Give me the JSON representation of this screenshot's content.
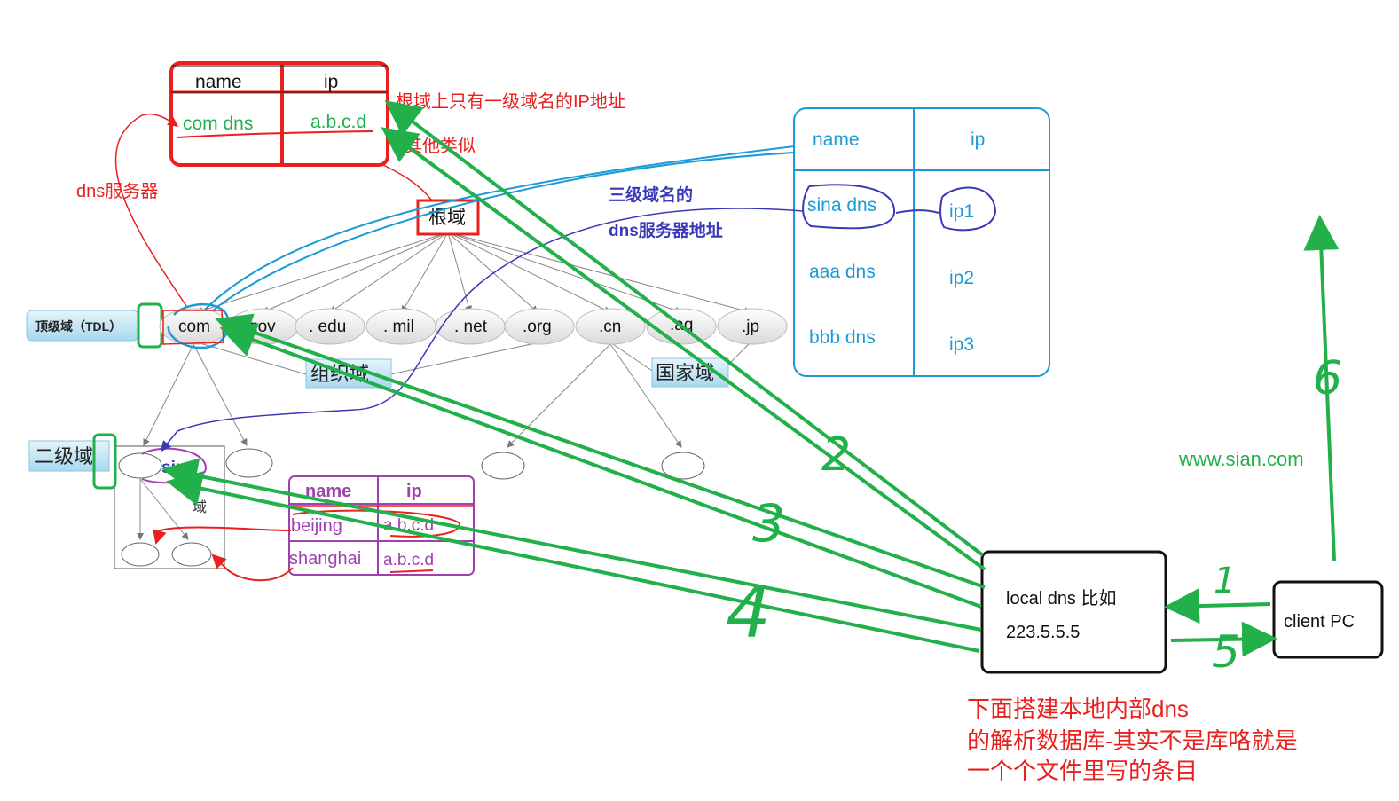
{
  "root_table": {
    "headers": [
      "name",
      "ip"
    ],
    "row": [
      "com dns",
      "a.b.c.d"
    ]
  },
  "third_table": {
    "headers": [
      "name",
      "ip"
    ],
    "names": [
      "sina dns",
      "aaa dns",
      "bbb dns"
    ],
    "ips": [
      "ip1",
      "ip2",
      "ip3"
    ]
  },
  "sina_table": {
    "headers": [
      "name",
      "ip"
    ],
    "rows": [
      [
        "beijing",
        "a.b.c.d"
      ],
      [
        "shanghai",
        "a.b.c.d"
      ]
    ]
  },
  "annotations": {
    "root_only": "根域上只有一级域名的IP地址",
    "others_similar": "其他类似",
    "dns_server": "dns服务器",
    "third_level_1": "三级域名的",
    "third_level_2": "dns服务器地址",
    "bottom_1": "下面搭建本地内部dns",
    "bottom_2": "的解析数据库-其实不是库咯就是",
    "bottom_3": "一个个文件里写的条目",
    "url": "www.sian.com"
  },
  "tree": {
    "root": "根域",
    "tld_label": "顶级域（TDL）",
    "tlds": [
      "com",
      "gov",
      ". edu",
      ". mil",
      ". net",
      ".org",
      ".cn",
      ".aq",
      ".jp"
    ],
    "org_domain": "组织域",
    "country_domain": "国家域",
    "second_level": "二级域",
    "sina": "sina",
    "sub_label": "域"
  },
  "local_dns": {
    "line1": "local dns 比如",
    "line2": "223.5.5.5"
  },
  "client": {
    "label": "client PC"
  },
  "step_numbers": [
    "1",
    "2",
    "3",
    "4",
    "5",
    "6"
  ],
  "colors": {
    "red": "#e8211f",
    "blue": "#1a9ad6",
    "green": "#22b04a",
    "purple": "#a040b0",
    "navy": "#3a3ab8",
    "gray": "#888888"
  }
}
